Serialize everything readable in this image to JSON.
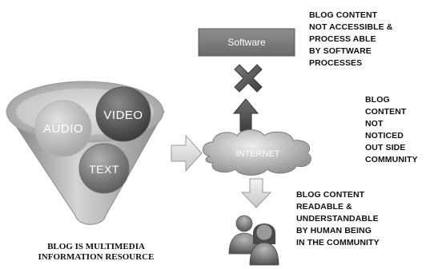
{
  "software_label": "Software",
  "internet_label": "INTERNET",
  "circles": {
    "audio": "AUDIO",
    "video": "VIDEO",
    "text": "TEXT"
  },
  "caption_lines": [
    "BLOG IS MULTIMEDIA",
    "INFORMATION RESOURCE"
  ],
  "notes": {
    "software": [
      "BLOG CONTENT",
      "NOT ACCESSIBLE &",
      "PROCESS ABLE",
      "BY SOFTWARE",
      "PROCESSES"
    ],
    "internet": [
      "BLOG",
      "CONTENT",
      "NOT",
      "NOTICED",
      "OUT SIDE",
      "COMMUNITY"
    ],
    "human": [
      "BLOG CONTENT",
      "READABLE &",
      "UNDERSTANDABLE",
      "BY HUMAN BEING",
      "IN THE COMMUNITY"
    ]
  },
  "icons": [
    "funnel-icon",
    "x-mark-icon",
    "arrow-up-icon",
    "arrow-right-icon",
    "arrow-down-icon",
    "cloud-icon",
    "people-icon"
  ]
}
